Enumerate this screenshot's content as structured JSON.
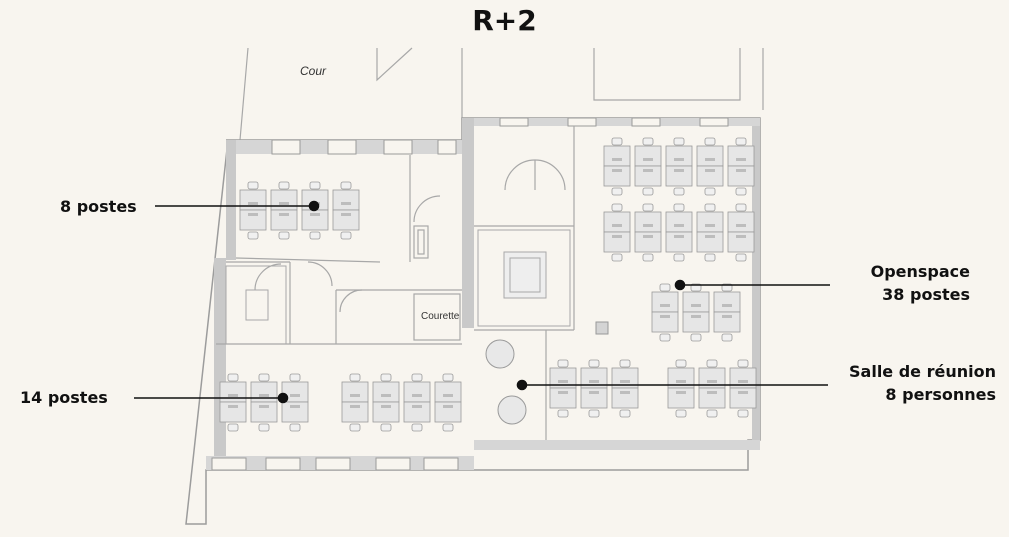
{
  "title": "R+2",
  "rooms": {
    "cour": "Cour",
    "courette": "Courette"
  },
  "callouts": {
    "office_a": {
      "line1": "8 postes"
    },
    "office_b": {
      "line1": "14 postes"
    },
    "openspace": {
      "line1": "Openspace",
      "line2": "38 postes"
    },
    "meeting": {
      "line1": "Salle de réunion",
      "line2": "8 personnes"
    }
  },
  "colors": {
    "background": "#f8f5ef",
    "wall": "#a8a8a8",
    "wall_fill": "#c9c9c9",
    "desk": "#e4e4e4",
    "leader": "#111111"
  }
}
